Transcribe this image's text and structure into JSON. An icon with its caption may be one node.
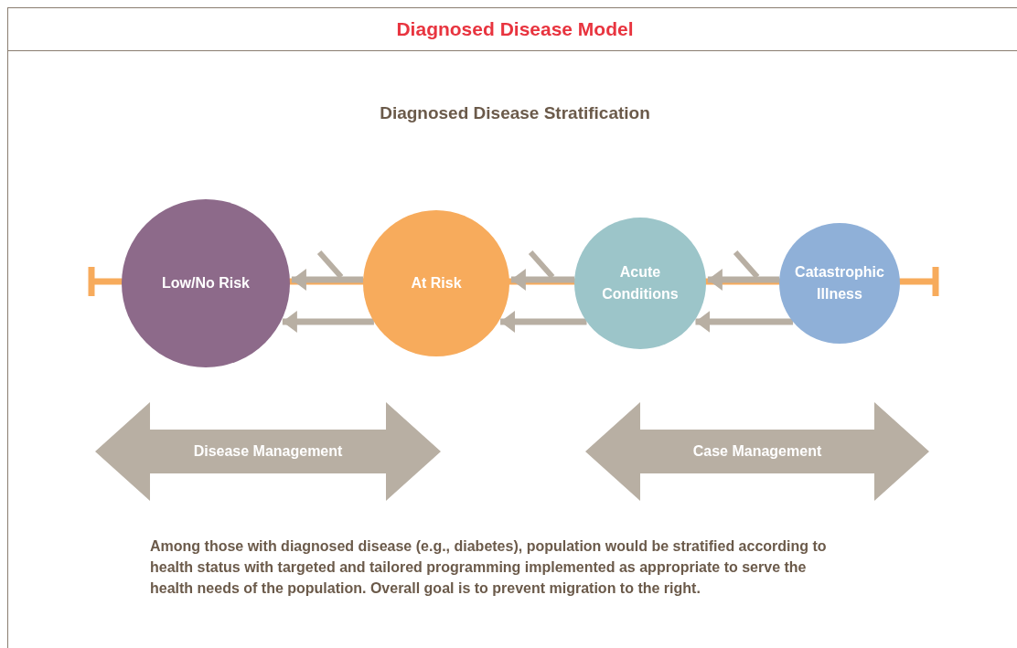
{
  "diagram": {
    "title": "Diagnosed Disease Model",
    "nodes": [
      {
        "text": [
          "Low/No Risk"
        ]
      },
      {
        "text": [
          "At Risk"
        ]
      },
      {
        "text": [
          "Acute Conditions"
        ]
      },
      {
        "text": [
          "Catastrophic Illness"
        ]
      },
      {
        "text": [
          "Disease Management"
        ]
      },
      {
        "text": [
          "Case Management"
        ]
      }
    ],
    "edges": [
      {
        "from": 1,
        "to": 0,
        "arrow": "to"
      },
      {
        "from": 1,
        "to": 0,
        "arrow": "to"
      },
      {
        "from": 2,
        "to": 1,
        "arrow": "to"
      },
      {
        "from": 2,
        "to": 1,
        "arrow": "to"
      },
      {
        "from": 3,
        "to": 2,
        "arrow": "to"
      },
      {
        "from": 3,
        "to": 2,
        "arrow": "to"
      }
    ],
    "labels": [
      "Diagnosed Disease Stratification",
      "Among those with diagnosed disease (e.g., diabetes), population would be stratified according to health status with targeted and tailored programming implemented as appropriate to serve the health needs of the population. Overall goal is to prevent migration to the right."
    ]
  }
}
